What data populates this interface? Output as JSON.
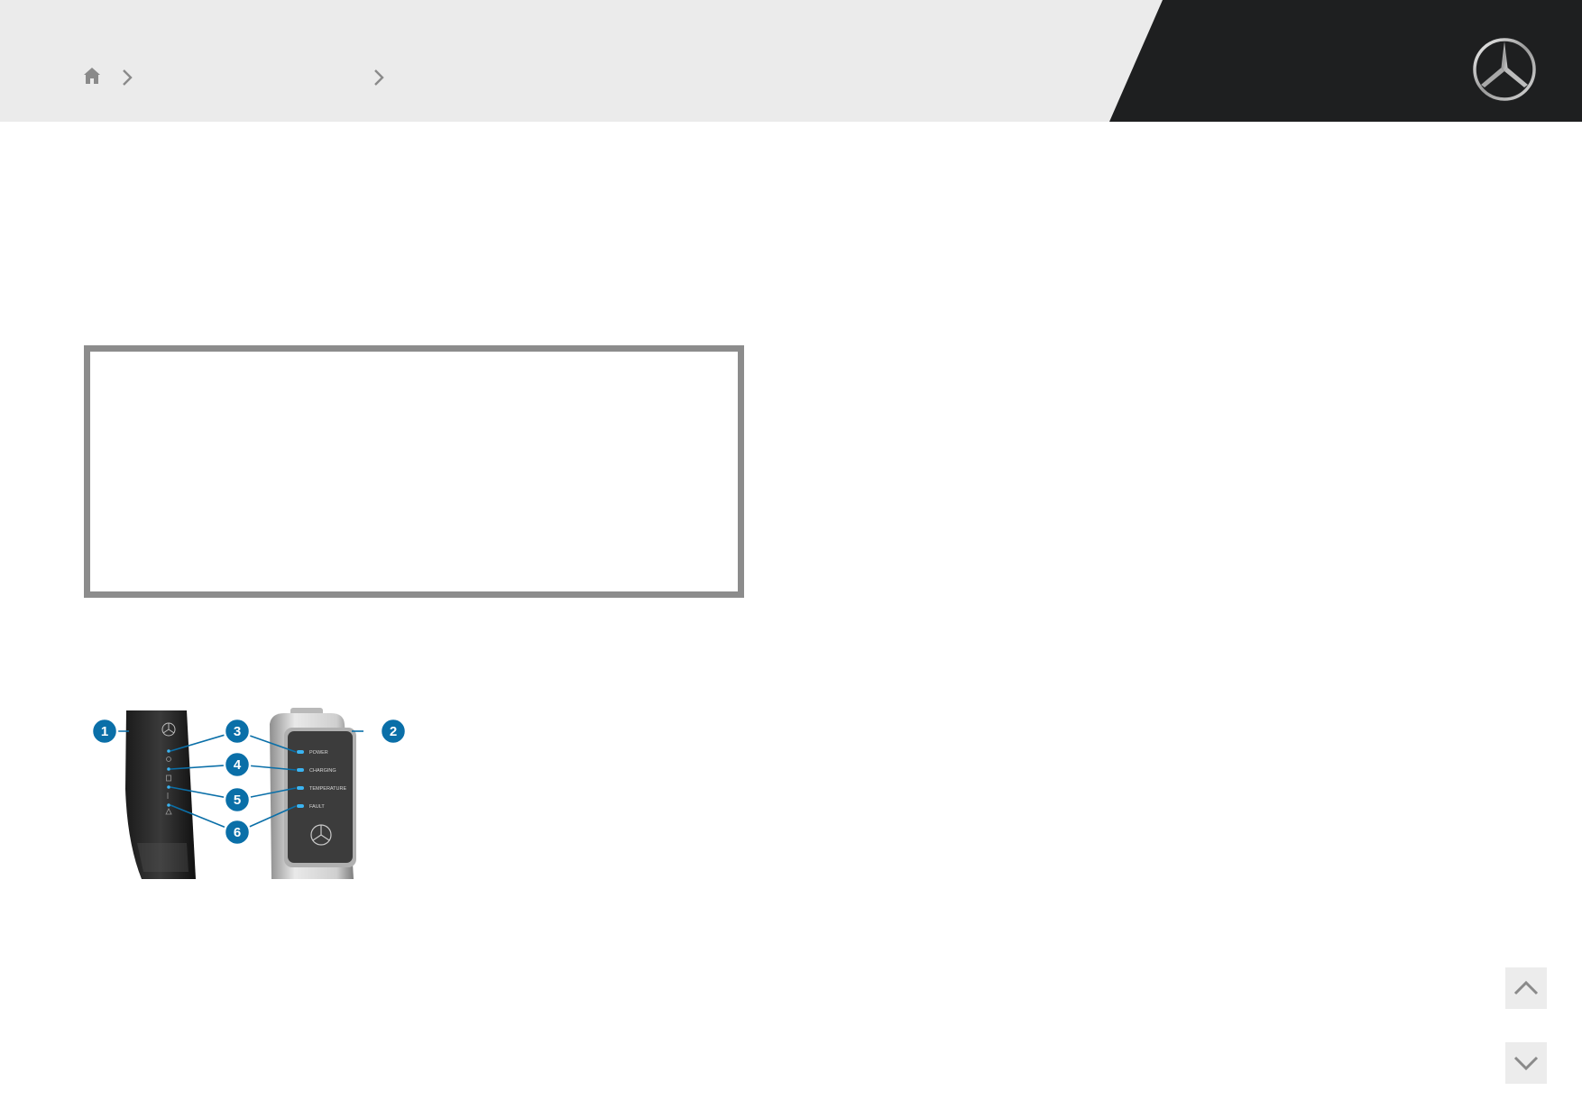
{
  "breadcrumb": {
    "home_icon": "home-icon",
    "separator_icon": "chevron-right-icon",
    "link_label": "",
    "current_label": ""
  },
  "logo": {
    "icon": "three-pointed-star-logo"
  },
  "notice_box": {
    "text": ""
  },
  "figure": {
    "callouts": [
      "1",
      "2",
      "3",
      "4",
      "5",
      "6"
    ],
    "led_labels": [
      "POWER",
      "CHARGING",
      "TEMPERATURE",
      "FAULT"
    ]
  },
  "navigation": {
    "up_icon": "chevron-up-icon",
    "down_icon": "chevron-down-icon"
  },
  "colors": {
    "header_bg": "#ebebeb",
    "header_dark": "#1e1f20",
    "callout_blue": "#0a6fa8",
    "led_blue": "#3ab4f2",
    "box_border": "#8c8c8c"
  }
}
